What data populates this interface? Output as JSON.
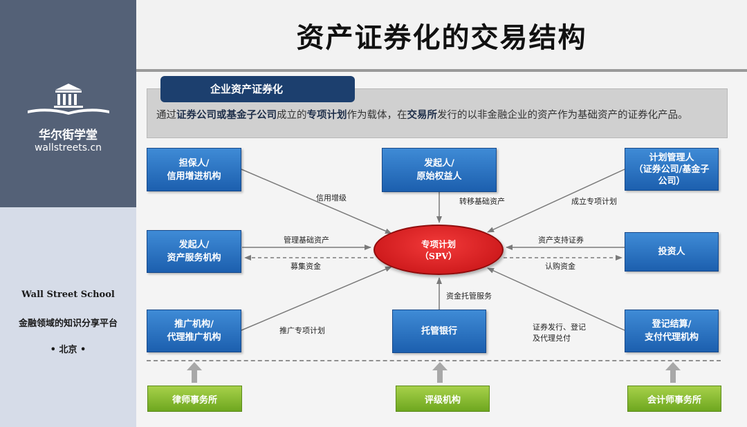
{
  "sidebar": {
    "brand_cn": "华尔街学堂",
    "brand_en": "wallstreets.cn",
    "school_en": "Wall Street School",
    "slogan": "金融领域的知识分享平台",
    "city": "• 北京 •"
  },
  "title": "资产证券化的交易结构",
  "category_tag": "企业资产证券化",
  "description": {
    "p1": "通过",
    "b1": "证券公司或基金子公司",
    "p2": "成立的",
    "b2": "专项计划",
    "p3": "作为载体，在",
    "b3": "交易所",
    "p4": "发行的以非金融企业的资产作为基础资产的证券化产品。"
  },
  "nodes": {
    "guarantor": [
      "担保人/",
      "信用增进机构"
    ],
    "originator_top": [
      "发起人/",
      "原始权益人"
    ],
    "plan_manager": [
      "计划管理人",
      "（证券公司/基金子",
      "公司）"
    ],
    "originator_left": [
      "发起人/",
      "资产服务机构"
    ],
    "investor": "投资人",
    "promoter": [
      "推广机构/",
      "代理推广机构"
    ],
    "custodian": "托管银行",
    "registrar": [
      "登记结算/",
      "支付代理机构"
    ],
    "law_firm": "律师事务所",
    "rating_agency": "评级机构",
    "accounting_firm": "会计师事务所"
  },
  "spv": {
    "line1": "专项计划",
    "line2": "（SPV）"
  },
  "edge_labels": {
    "credit_enhancement": "信用增级",
    "transfer_assets": "转移基础资产",
    "establish_plan": "成立专项计划",
    "manage_assets": "管理基础资产",
    "raise_funds": "募集资金",
    "abs_securities": "资产支持证券",
    "subscribe_funds": "认购资金",
    "fund_custody": "资金托管服务",
    "promote_plan": "推广专项计划",
    "issue_register_1": "证券发行、登记",
    "issue_register_2": "及代理兑付"
  },
  "colors": {
    "sidebar_dark": "#546177",
    "sidebar_light": "#d6dce8",
    "node_blue": "#2a6fc0",
    "node_green": "#8cbf34",
    "spv_red": "#d81e22",
    "tag_navy": "#1c3f6e"
  }
}
